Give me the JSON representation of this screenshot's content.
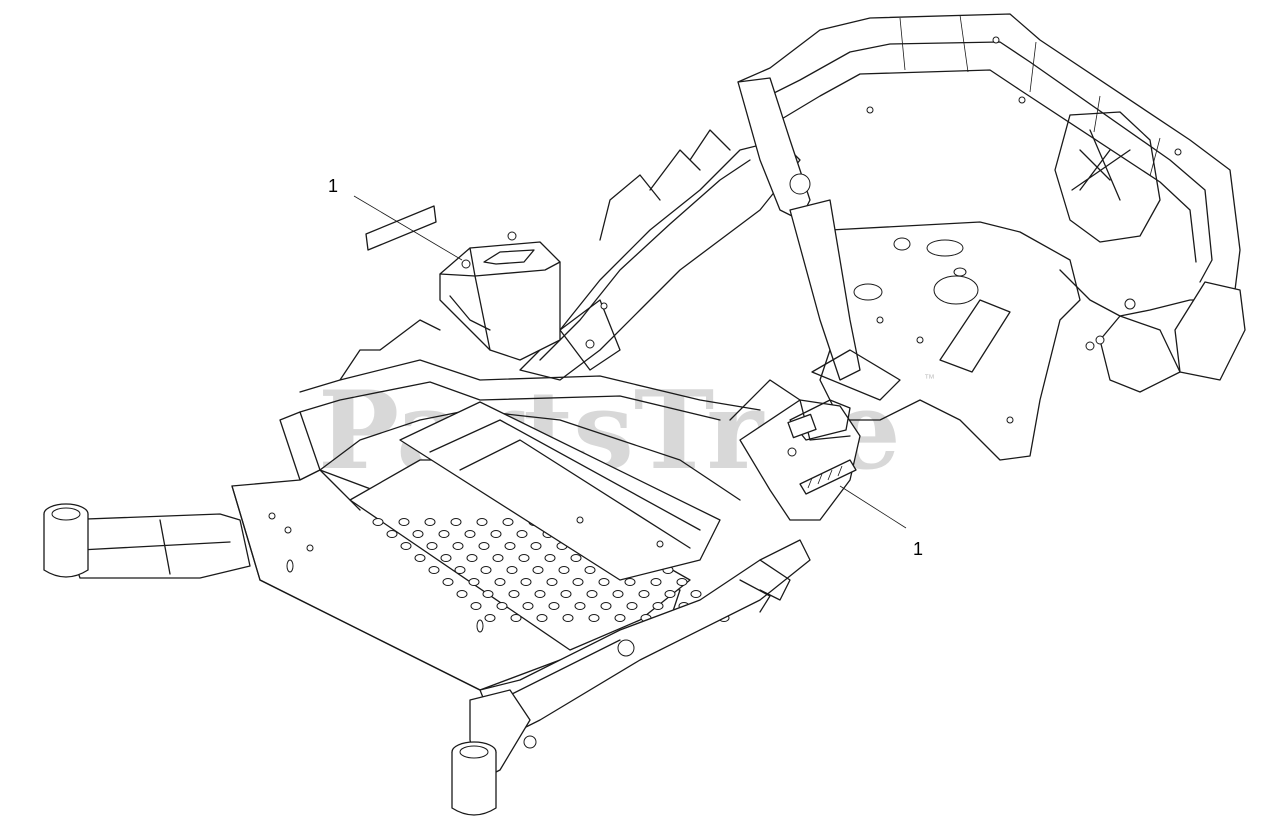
{
  "diagram": {
    "callouts": [
      {
        "label": "1"
      },
      {
        "label": "1"
      }
    ],
    "watermark": {
      "text": "PartsTree",
      "trademark": "™"
    }
  }
}
